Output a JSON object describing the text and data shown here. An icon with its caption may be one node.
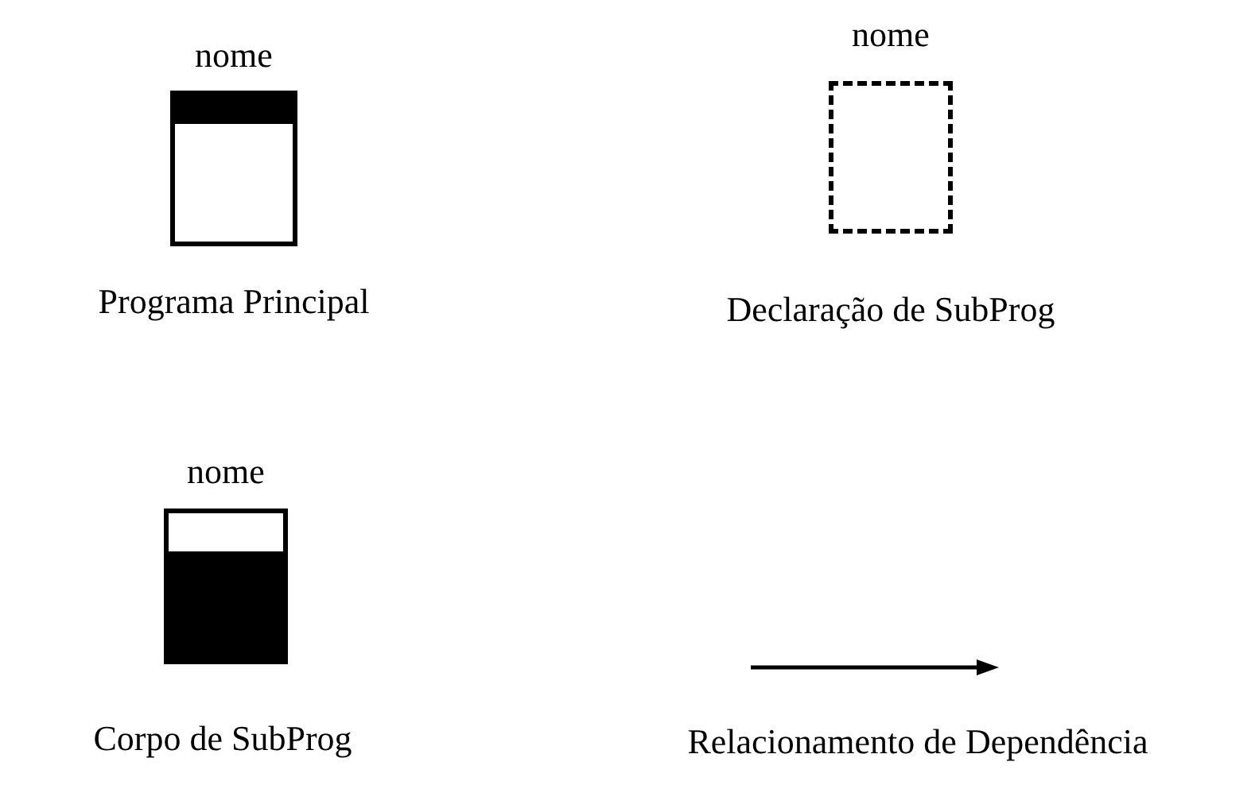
{
  "diagram": {
    "nodes": [
      {
        "text": [
          "nome"
        ],
        "beside": [
          "Programa Principal"
        ]
      },
      {
        "text": [
          "nome"
        ],
        "beside": [
          "Declaração de SubProg"
        ]
      },
      {
        "text": [
          "nome"
        ],
        "beside": [
          "Corpo de SubProg"
        ]
      }
    ],
    "labels": [
      "Relacionamento de Dependência"
    ]
  }
}
